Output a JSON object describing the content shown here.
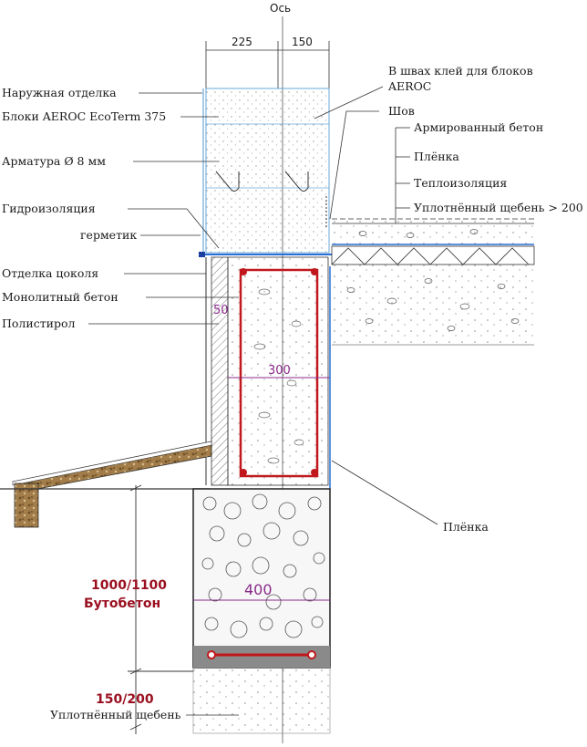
{
  "axis": {
    "label": "Ось"
  },
  "dimensions": {
    "wall_outer": "225",
    "wall_inner": "150",
    "polystyrene": "50",
    "monolith_width": "300",
    "foundation_width": "400",
    "foundation_depth": "1000/1100",
    "gravel_depth": "150/200"
  },
  "left_labels": {
    "outer_finish": "Наружная отделка",
    "blocks": "Блоки AEROC EcoTerm 375",
    "rebar": "Арматура Ø 8 мм",
    "waterproofing": "Гидроизоляция",
    "sealant": "герметик",
    "plinth_finish": "Отделка цоколя",
    "monolithic_concrete": "Монолитный бетон",
    "polystyrene": "Полистирол",
    "rubble_concrete": "Бутобетон",
    "compacted_gravel_bottom": "Уплотнённый щебень"
  },
  "right_labels": {
    "glue_line1": "В швах клей для блоков",
    "glue_line2": "AEROC",
    "seam": "Шов",
    "reinforced_concrete": "Армированный бетон",
    "film_top": "Плёнка",
    "insulation": "Теплоизоляция",
    "compacted_gravel": "Уплотнённый щебень > 200",
    "film_side": "Плёнка"
  },
  "colors": {
    "accent_red": "#c0181c",
    "accent_blue": "#2a6fd6",
    "dimension_purple": "#8a2a8a",
    "label_red": "#9a1020"
  }
}
